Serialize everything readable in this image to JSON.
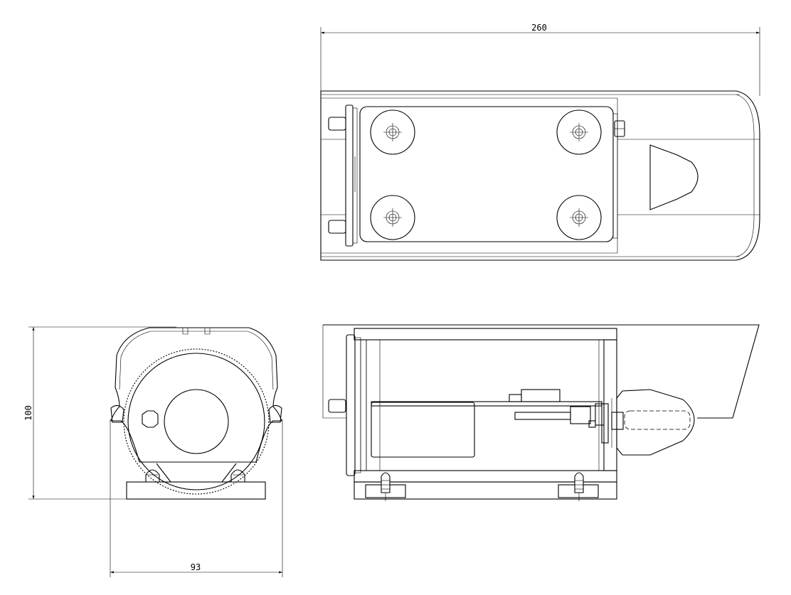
{
  "dimensions": {
    "length": "260",
    "height": "100",
    "width": "93"
  }
}
